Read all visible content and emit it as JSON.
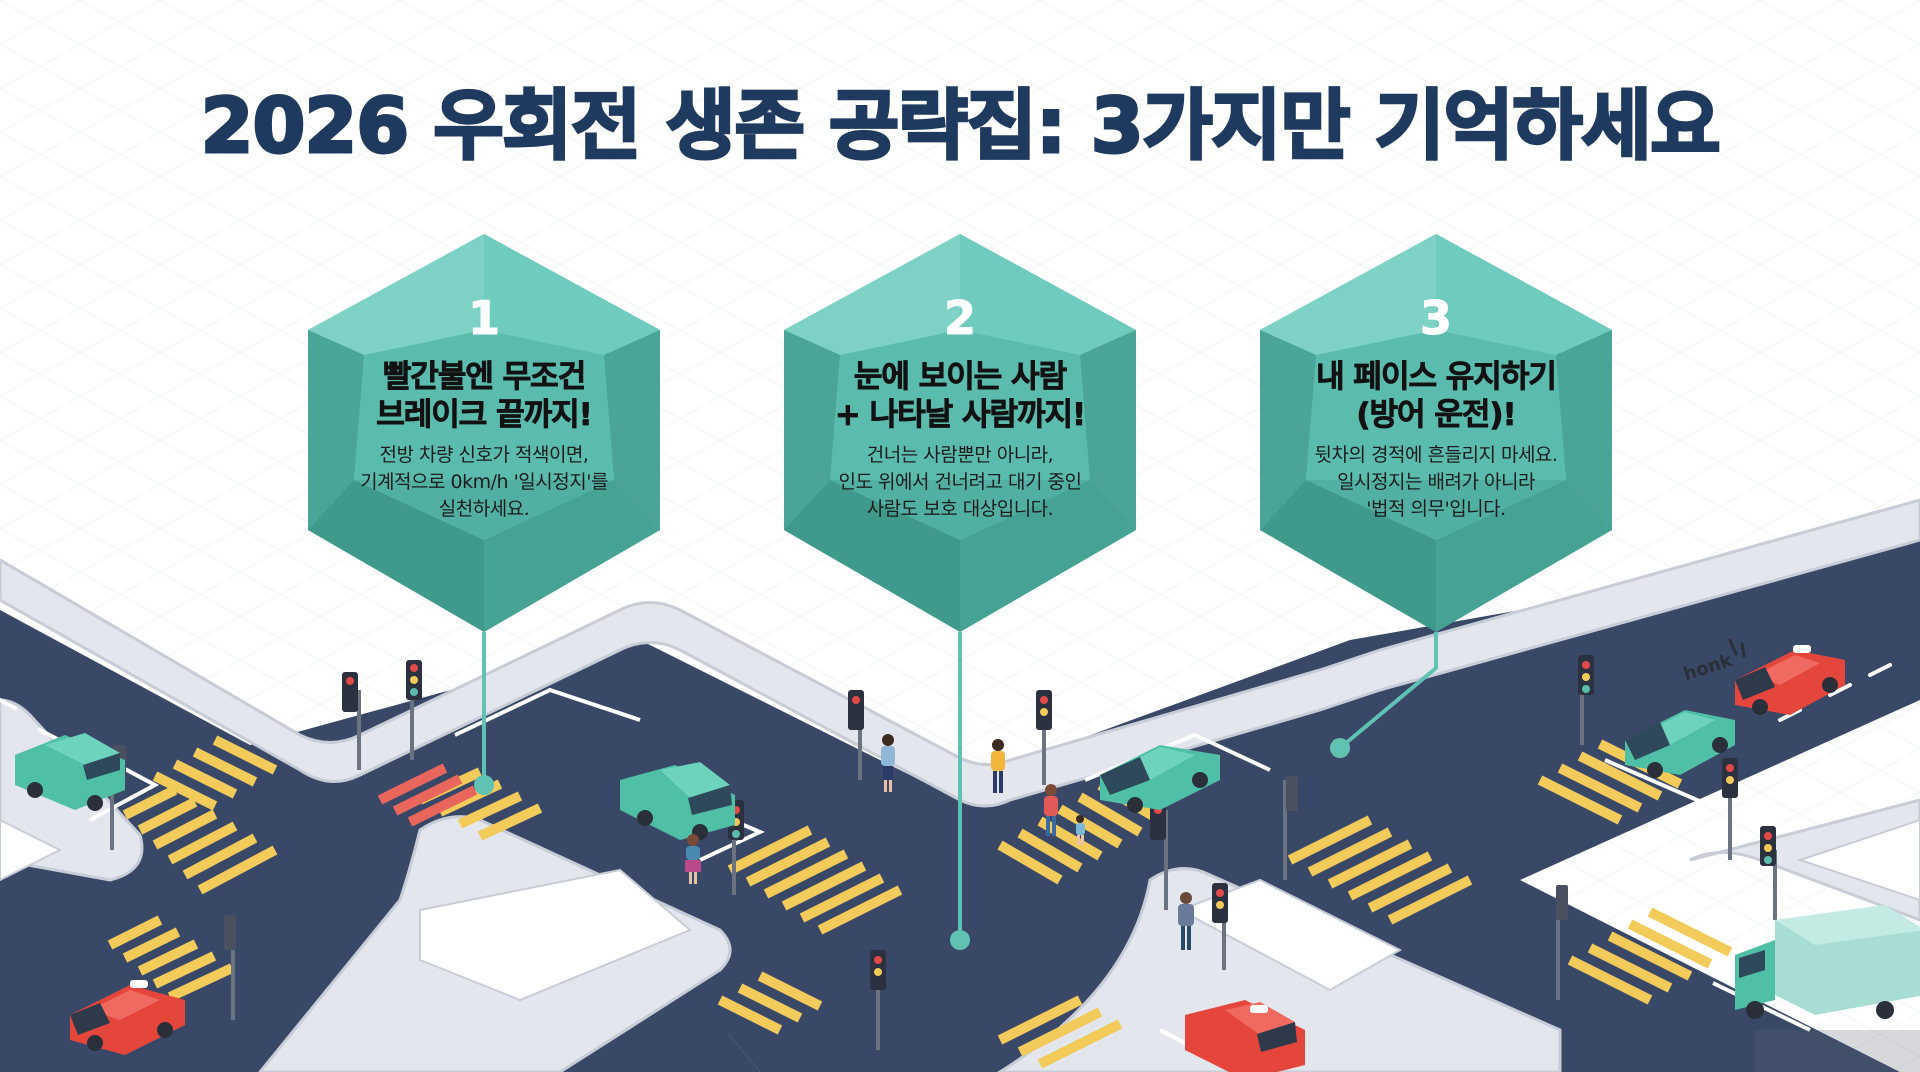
{
  "title": "2026 우회전 생존 공략집: 3가지만 기억하세요",
  "colors": {
    "title": "#1f3a5f",
    "card_teal": "#5bbcad",
    "card_teal_dark": "#3f9a8c",
    "road": "#3a4868",
    "sidewalk": "#e3e6ec",
    "crosswalk": "#f2cb5a",
    "crosswalk_alert": "#e8665b",
    "car_teal": "#4fbfa5",
    "car_red": "#e5463b",
    "connector": "#5fc2b3"
  },
  "cards": [
    {
      "number": "1",
      "heading_line1": "빨간불엔 무조건",
      "heading_line2": "브레이크 끝까지!",
      "body_line1": "전방 차량 신호가 적색이면,",
      "body_line2": "기계적으로 0km/h '일시정지'를",
      "body_line3": "실천하세요."
    },
    {
      "number": "2",
      "heading_line1": "눈에 보이는 사람",
      "heading_line2": "+ 나타날 사람까지!",
      "body_line1": "건너는 사람뿐만 아니라,",
      "body_line2": "인도 위에서 건너려고 대기 중인",
      "body_line3": "사람도 보호 대상입니다."
    },
    {
      "number": "3",
      "heading_line1": "내 페이스 유지하기",
      "heading_line2": "(방어 운전)!",
      "body_line1": "뒷차의 경적에 흔들리지 마세요.",
      "body_line2": "일시정지는 배려가 아니라",
      "body_line3": "'법적 의무'입니다."
    }
  ],
  "scene": {
    "honk_label": "honk"
  }
}
